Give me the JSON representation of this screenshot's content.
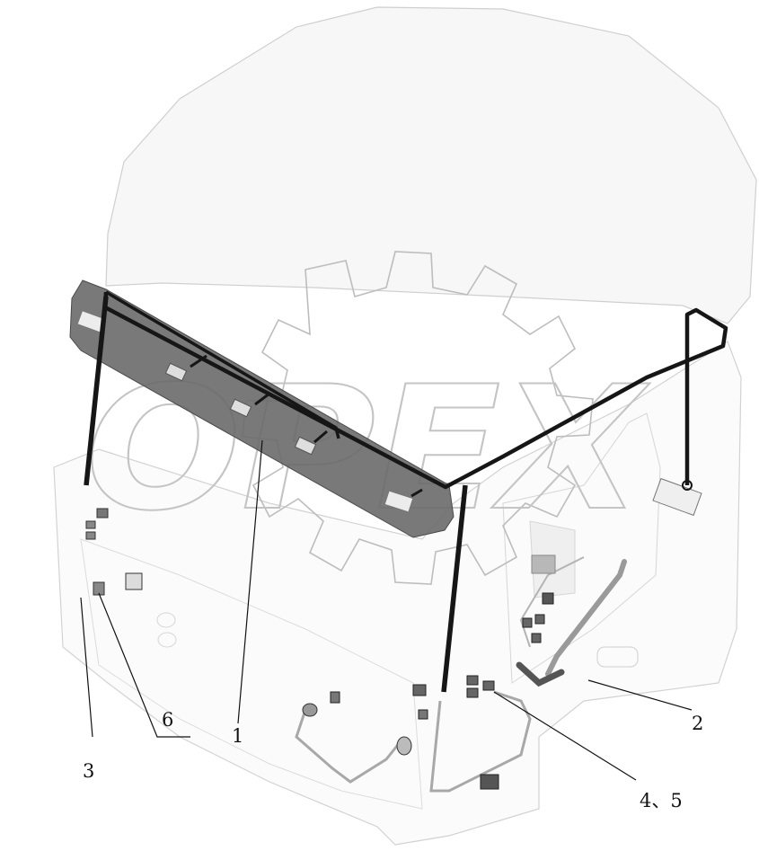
{
  "diagram": {
    "watermark": "OPEX",
    "callouts": [
      {
        "id": "1",
        "label": "1"
      },
      {
        "id": "2",
        "label": "2"
      },
      {
        "id": "3",
        "label": "3"
      },
      {
        "id": "45",
        "label": "4、5"
      },
      {
        "id": "6",
        "label": "6"
      }
    ],
    "colors": {
      "harness": "#161616",
      "cab_panel": "#6a6a6a",
      "cab_outline": "#c8c8c8",
      "watermark": "#bdbdbd",
      "background": "#ffffff"
    }
  }
}
